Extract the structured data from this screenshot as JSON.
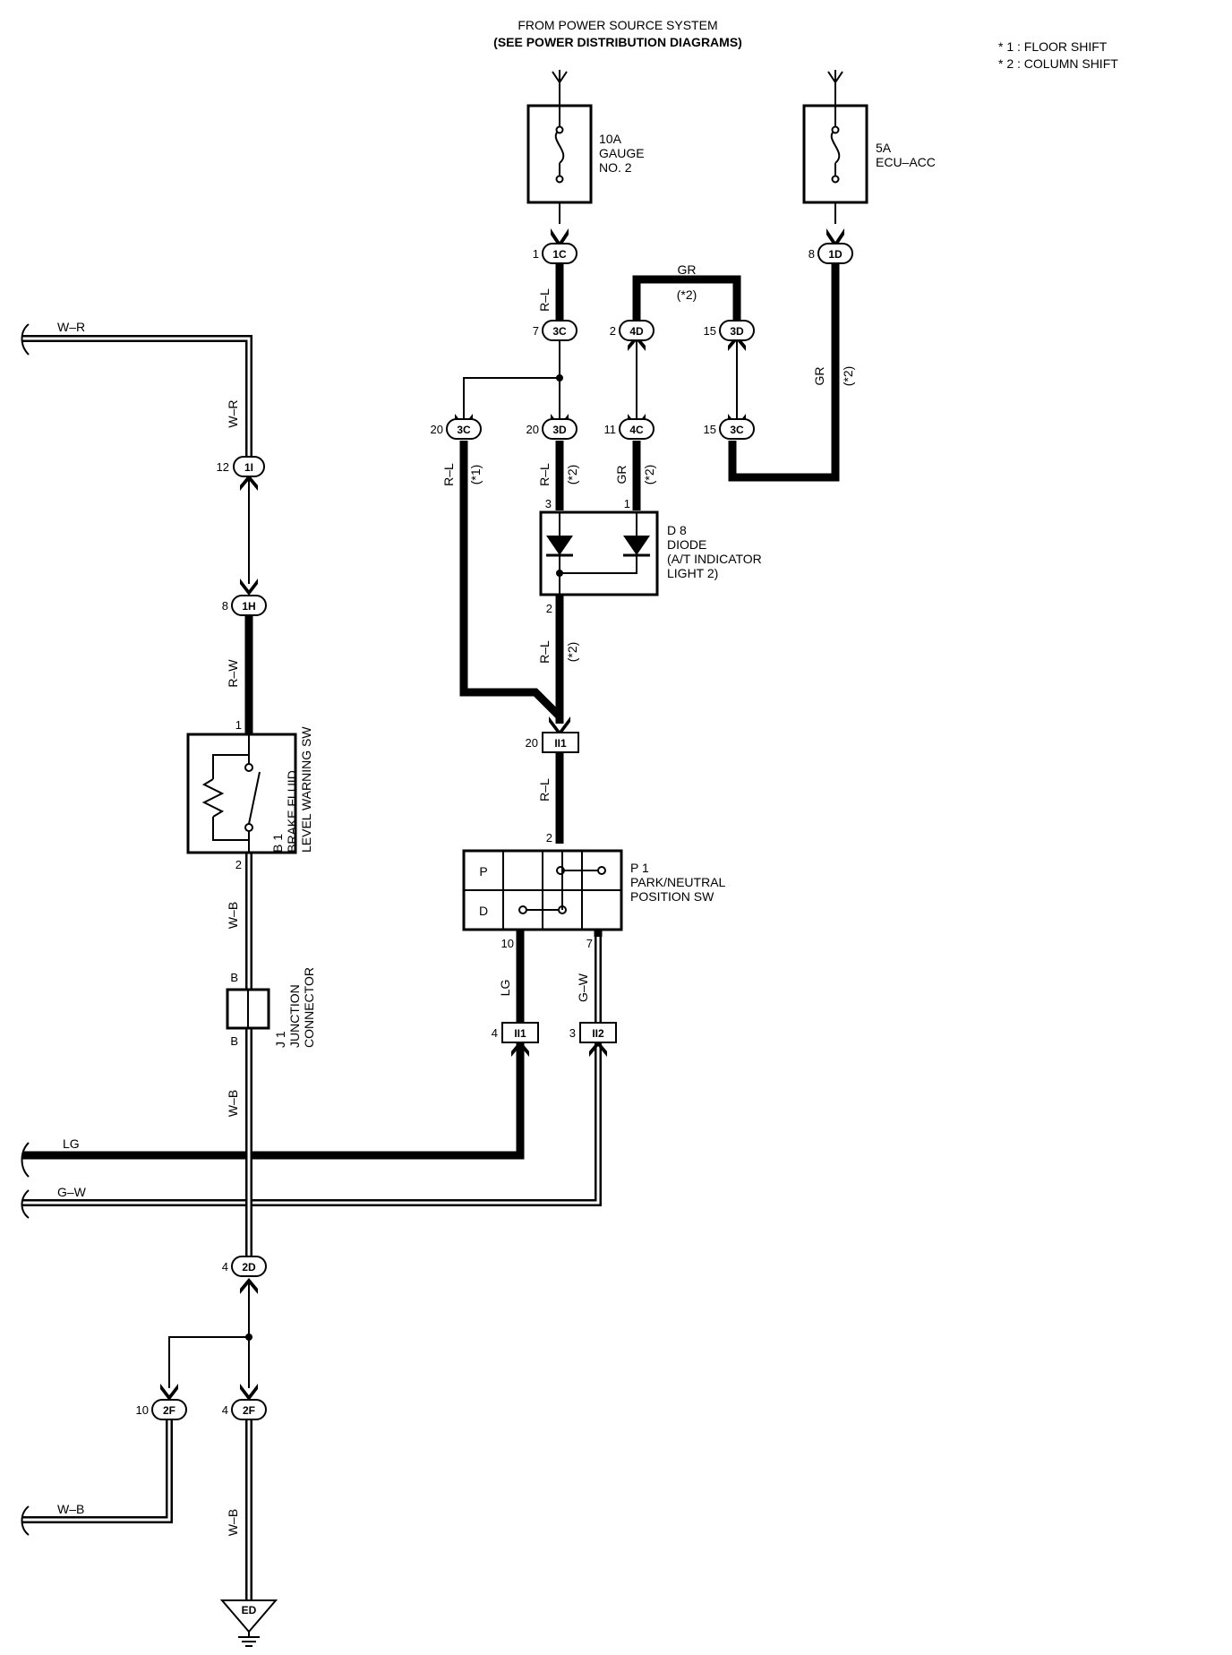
{
  "header": {
    "line1": "FROM POWER SOURCE SYSTEM",
    "line2": "(SEE POWER DISTRIBUTION DIAGRAMS)"
  },
  "notes": {
    "note1": "* 1 : FLOOR SHIFT",
    "note2": "* 2 : COLUMN SHIFT"
  },
  "fuses": {
    "gauge": {
      "line1": "10A",
      "line2": "GAUGE",
      "line3": "NO. 2"
    },
    "ecu": {
      "line1": "5A",
      "line2": "ECU–ACC"
    }
  },
  "connectors": {
    "c1C": {
      "id": "1C",
      "pin": "1"
    },
    "c1D": {
      "id": "1D",
      "pin": "8"
    },
    "c3C_top": {
      "id": "3C",
      "pin": "7"
    },
    "c4D": {
      "id": "4D",
      "pin": "2"
    },
    "c3D_top": {
      "id": "3D",
      "pin": "15"
    },
    "c3C_left": {
      "id": "3C",
      "pin": "20"
    },
    "c3D_mid": {
      "id": "3D",
      "pin": "20"
    },
    "c4C": {
      "id": "4C",
      "pin": "11"
    },
    "c3C_right": {
      "id": "3C",
      "pin": "15"
    },
    "c1I": {
      "id": "1I",
      "pin": "12"
    },
    "c1H": {
      "id": "1H",
      "pin": "8"
    },
    "cII1_top": {
      "id": "II1",
      "pin": "20"
    },
    "cII1_bot": {
      "id": "II1",
      "pin": "4"
    },
    "cII2": {
      "id": "II2",
      "pin": "3"
    },
    "c2D": {
      "id": "2D",
      "pin": "4"
    },
    "c2F_left": {
      "id": "2F",
      "pin": "10"
    },
    "c2F_right": {
      "id": "2F",
      "pin": "4"
    },
    "ground": {
      "id": "ED"
    }
  },
  "wires": {
    "w_RL_1": "R–L",
    "w_GR_top": "GR",
    "w_GR_top_note": "(*2)",
    "w_GR_right": "GR",
    "w_GR_right_note": "(*2)",
    "w_RL_left": "R–L",
    "w_RL_left_note": "(*1)",
    "w_RL_mid": "R–L",
    "w_RL_mid_note": "(*2)",
    "w_GR_mid": "GR",
    "w_GR_mid_note": "(*2)",
    "w_RL_diode": "R–L",
    "w_RL_diode_note": "(*2)",
    "w_RL_park": "R–L",
    "w_WR_top": "W–R",
    "w_WR_vert": "W–R",
    "w_RW": "R–W",
    "w_WB_1": "W–B",
    "w_WB_2": "W–B",
    "w_LG_vert": "LG",
    "w_GW_vert": "G–W",
    "w_LG_horiz": "LG",
    "w_GW_horiz": "G–W",
    "w_WB_left": "W–B",
    "w_WB_ground": "W–B"
  },
  "components": {
    "diode": {
      "code": "D 8",
      "line1": "DIODE",
      "line2": "(A/T INDICATOR",
      "line3": " LIGHT 2)",
      "pin_in1": "3",
      "pin_in2": "1",
      "pin_out": "2"
    },
    "park": {
      "code": "P 1",
      "line1": "PARK/NEUTRAL",
      "line2": "POSITION SW",
      "row1": "P",
      "row2": "D",
      "pin_in": "2",
      "pin_lg": "10",
      "pin_gw": "7"
    },
    "brake": {
      "code": "B 1",
      "line1": "BRAKE FLUID",
      "line2": "LEVEL WARNING SW",
      "pin_top": "1",
      "pin_bot": "2"
    },
    "junction": {
      "code": "J 1",
      "line1": "JUNCTION",
      "line2": "CONNECTOR",
      "pin_top": "B",
      "pin_bot": "B"
    }
  }
}
